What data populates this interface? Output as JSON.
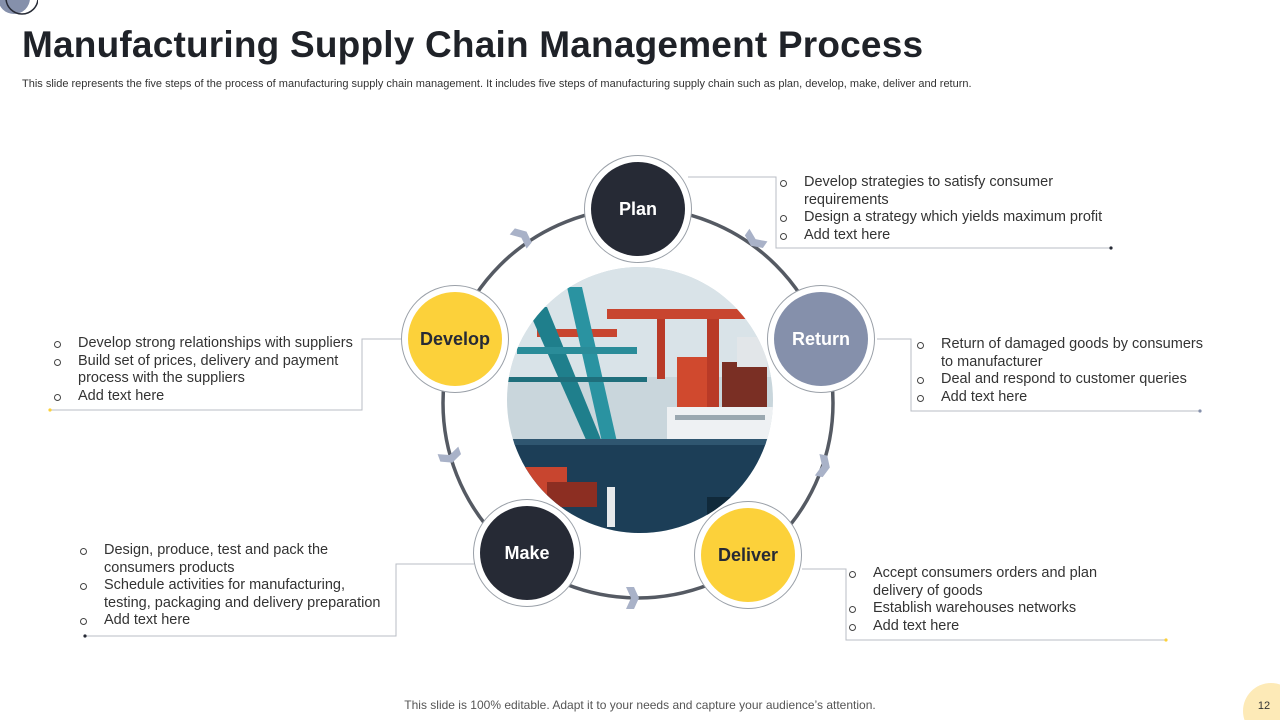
{
  "title": "Manufacturing Supply Chain Management Process",
  "subtitle": "This slide represents the five steps of the process of manufacturing supply chain management. It includes five steps of manufacturing supply chain such as plan, develop, make, deliver and return.",
  "colors": {
    "dark": "#262a35",
    "yellow": "#fcd13a",
    "blue": "#8590ab",
    "arrow": "#a9b2c8",
    "ring": "#555a63"
  },
  "steps": {
    "plan": {
      "label": "Plan",
      "items": [
        "Develop strategies to satisfy consumer requirements",
        "Design a strategy which yields maximum profit",
        "Add text here"
      ]
    },
    "return": {
      "label": "Return",
      "items": [
        "Return of damaged goods by consumers to manufacturer",
        "Deal and respond to customer queries",
        "Add text here"
      ]
    },
    "deliver": {
      "label": "Deliver",
      "items": [
        "Accept consumers orders and plan delivery of goods",
        "Establish warehouses networks",
        "Add text here"
      ]
    },
    "make": {
      "label": "Make",
      "items": [
        "Design, produce, test and pack the consumers products",
        "Schedule activities for manufacturing, testing, packaging and delivery preparation",
        "Add text here"
      ]
    },
    "develop": {
      "label": "Develop",
      "items": [
        "Develop strong relationships with suppliers",
        "Build set of prices, delivery and payment process with the suppliers",
        "Add text here"
      ]
    }
  },
  "footer": "This slide is 100% editable. Adapt it to your needs and capture your audience’s attention.",
  "page_number": "12"
}
